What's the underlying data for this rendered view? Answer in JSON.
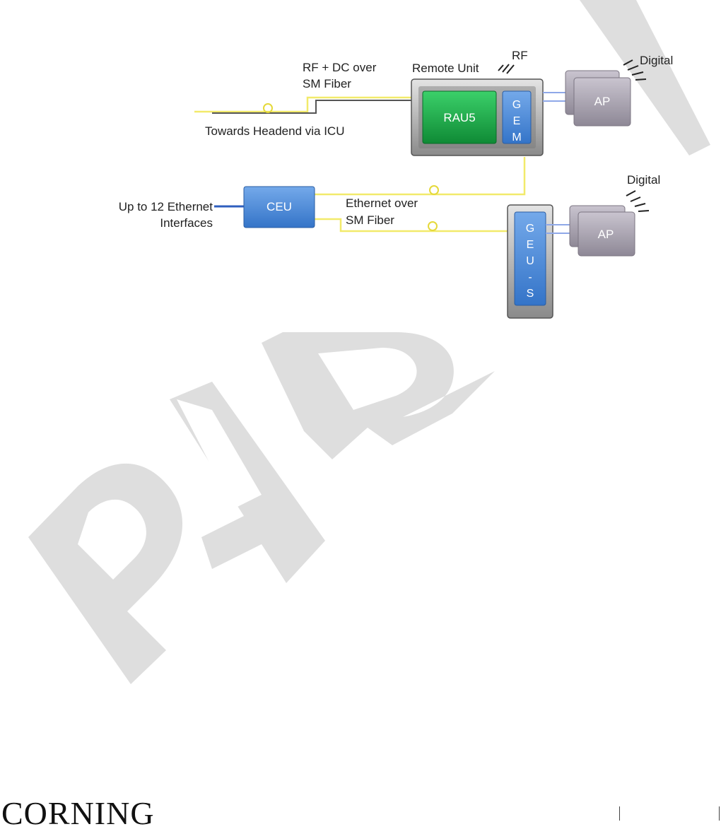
{
  "watermark": {
    "text": "PAR"
  },
  "diagram": {
    "labels": {
      "rf_dc_over": "RF + DC over",
      "sm_fiber_1": "SM Fiber",
      "towards_headend": "Towards Headend via ICU",
      "remote_unit": "Remote Unit",
      "rf": "RF",
      "digital_1": "Digital",
      "digital_2": "Digital",
      "up_to_12": "Up to 12 Ethernet",
      "interfaces": "Interfaces",
      "ethernet_over": "Ethernet over",
      "sm_fiber_2": "SM Fiber"
    },
    "boxes": {
      "rau5": "RAU5",
      "gem": [
        "G",
        "E",
        "M"
      ],
      "ceu": "CEU",
      "geus": [
        "G",
        "E",
        "U",
        "-",
        "S"
      ],
      "ap_1": "AP",
      "ap_2": "AP"
    },
    "colors": {
      "fiber": "#f2ea6b",
      "copper": "#444444",
      "ethernet_link": "#2f5fbf",
      "ap_link": "#8fa8e8",
      "rau_green": "#1fae4a",
      "module_blue": "#4a8ad8",
      "ap_gray": "#a8a3b0",
      "watermark": "#dedede"
    }
  },
  "footer": {
    "logo_text": "CORNING"
  }
}
